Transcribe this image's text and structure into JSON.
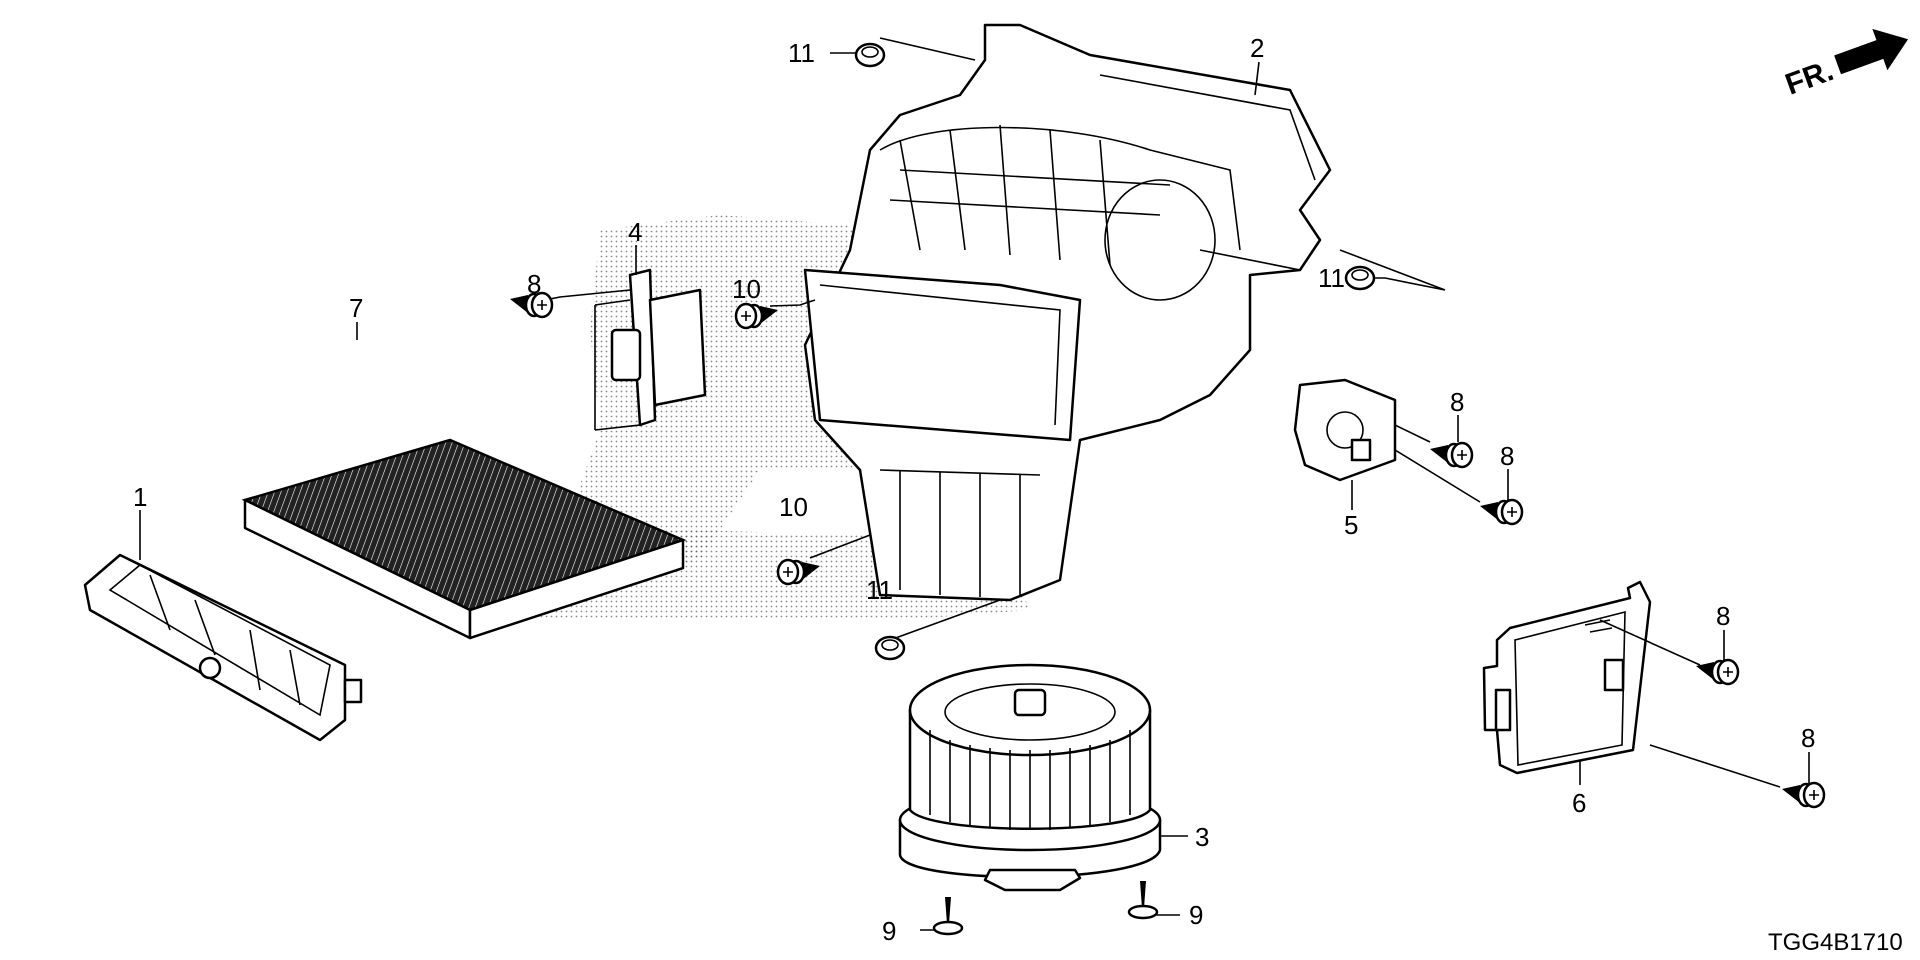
{
  "diagram": {
    "code": "TGG4B1710",
    "direction_label": "FR.",
    "callouts": [
      {
        "id": "c11a",
        "text": "11"
      },
      {
        "id": "c2",
        "text": "2"
      },
      {
        "id": "c4",
        "text": "4"
      },
      {
        "id": "c8a",
        "text": "8"
      },
      {
        "id": "c10a",
        "text": "10"
      },
      {
        "id": "c11b",
        "text": "11"
      },
      {
        "id": "c7",
        "text": "7"
      },
      {
        "id": "c8b",
        "text": "8"
      },
      {
        "id": "c8c",
        "text": "8"
      },
      {
        "id": "c1",
        "text": "1"
      },
      {
        "id": "c10b",
        "text": "10"
      },
      {
        "id": "c5",
        "text": "5"
      },
      {
        "id": "c8d",
        "text": "8"
      },
      {
        "id": "c11c",
        "text": "11"
      },
      {
        "id": "c6",
        "text": "6"
      },
      {
        "id": "c8e",
        "text": "8"
      },
      {
        "id": "c3",
        "text": "3"
      },
      {
        "id": "c9a",
        "text": "9"
      },
      {
        "id": "c9b",
        "text": "9"
      }
    ]
  }
}
